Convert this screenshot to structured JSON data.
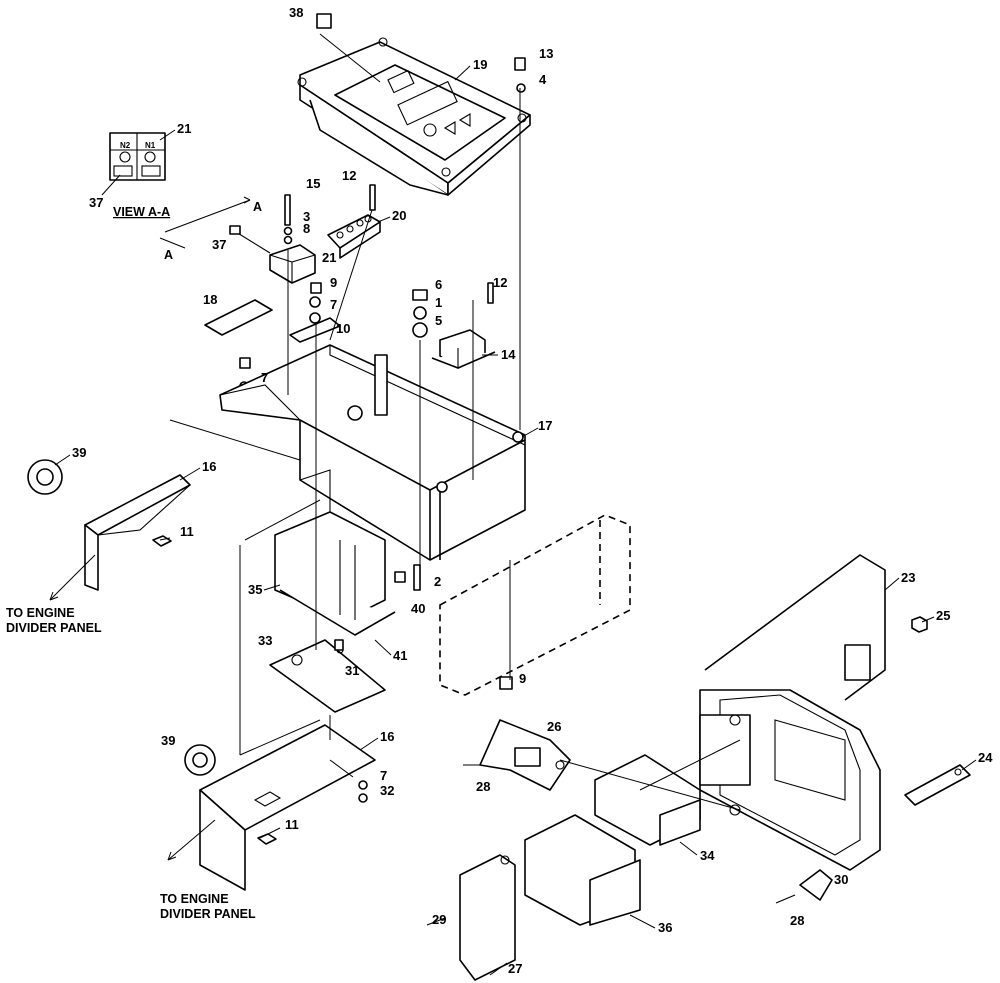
{
  "view_label": "VIEW A-A",
  "section_mark": "A",
  "engine_note_line1": "TO ENGINE",
  "engine_note_line2": "DIVIDER PANEL",
  "terminal_labels": [
    "N2",
    "N1"
  ],
  "callouts": {
    "c1": "1",
    "c2": "2",
    "c4": "4",
    "c5": "5",
    "c6": "6",
    "c7a": "7",
    "c7b": "7",
    "c7c": "7",
    "c8": "8",
    "c9a": "9",
    "c9b": "9",
    "c10": "10",
    "c11a": "11",
    "c11b": "11",
    "c12a": "12",
    "c12b": "12",
    "c13": "13",
    "c14": "14",
    "c15": "15",
    "c16a": "16",
    "c16b": "16",
    "c17": "17",
    "c18": "18",
    "c19": "19",
    "c20": "20",
    "c21a": "21",
    "c21b": "21",
    "c23": "23",
    "c24": "24",
    "c25": "25",
    "c26": "26",
    "c27": "27",
    "c28a": "28",
    "c28b": "28",
    "c29": "29",
    "c30": "30",
    "c31": "31",
    "c32": "32",
    "c33": "33",
    "c34": "34",
    "c35": "35",
    "c36": "36",
    "c37a": "37",
    "c37b": "37",
    "c38": "38",
    "c39a": "39",
    "c39b": "39",
    "c40": "40",
    "c41": "41",
    "c3": "3"
  }
}
